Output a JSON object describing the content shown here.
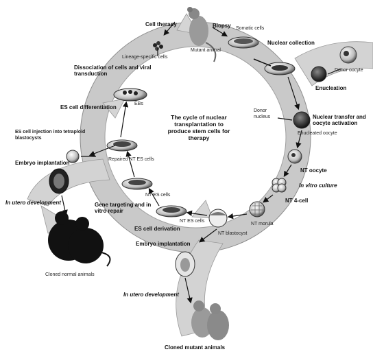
{
  "center_title": "The cycle of nuclear transplantation to produce stem cells for therapy",
  "labels": {
    "cell_therapy": "Cell therapy",
    "biopsy": "Biopsy",
    "somatic_cells": "Somatic cells",
    "mutant_animal": "Mutant animal",
    "lineage_specific_cells": "Lineage-specific cells",
    "nuclear_collection": "Nuclear collection",
    "donor_oocyte": "Donor oocyte",
    "enucleation": "Enucleation",
    "dissociation": "Dissociation of cells and viral transduction",
    "ebs": "EBs",
    "es_differentiation": "ES cell differentiation",
    "donor_nucleus": "Donor nucleus",
    "nuclear_transfer": "Nuclear transfer and oocyte activation",
    "enucleated_oocyte": "Enucleated oocyte",
    "es_injection": "ES cell injection into tetraploid blastocysts",
    "embryo_implantation_left": "Embryo implantation",
    "repaired_nt_es": "Repaired NT ES cells",
    "nt_oocyte": "NT oocyte",
    "in_vitro_culture": "In vitro culture",
    "nt_4cell": "NT 4-cell",
    "in_utero_left": "In utero development",
    "gene_targeting": "Gene targeting and in vitro repair",
    "nt_es_cells_a": "NT ES cells",
    "nt_es_cells_b": "NT ES cells",
    "nt_morula": "NT morula",
    "es_derivation": "ES cell derivation",
    "nt_blastocyst": "NT blastocyst",
    "embryo_implantation_bottom": "Embryo implantation",
    "cloned_normal": "Cloned normal animals",
    "in_utero_bottom": "In utero development",
    "cloned_mutant": "Cloned mutant animals"
  }
}
